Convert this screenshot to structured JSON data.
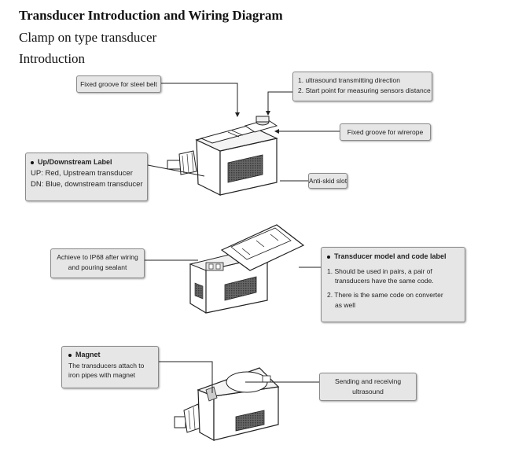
{
  "header": {
    "title": "Transducer Introduction and Wiring Diagram",
    "subtitle": "Clamp on type transducer",
    "section": "Introduction"
  },
  "labels": {
    "steel_belt": "Fixed groove for steel belt",
    "ultra_1": "1. ultrasound transmitting direction",
    "ultra_2": "2. Start point for measuring sensors distance",
    "wirerope": "Fixed groove for wirerope",
    "updown_title": "Up/Downstream Label",
    "updown_up": "UP: Red, Upstream transducer",
    "updown_dn": "DN: Blue, downstream transducer",
    "antiskid": "Anti-skid slot",
    "ip68_1": "Achieve to IP68 after wiring",
    "ip68_2": "and pouring sealant",
    "model_title": "Transducer model and code label",
    "model_1a": "1. Should be used in pairs, a pair of",
    "model_1b": "transducers have the same code.",
    "model_2a": "2. There is the same code on converter",
    "model_2b": "as well",
    "magnet_title": "Magnet",
    "magnet_1": "The transducers attach to",
    "magnet_2": "iron pipes with magnet",
    "sending_1": "Sending and receiving",
    "sending_2": "ultrasound"
  }
}
